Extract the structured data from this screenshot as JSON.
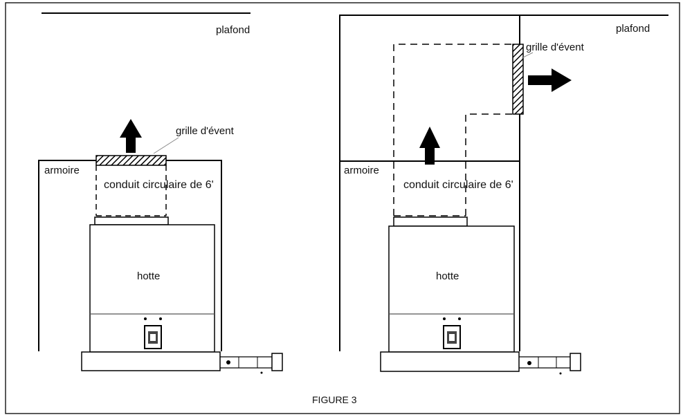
{
  "labels": {
    "ceiling": "plafond",
    "cabinet": "armoire",
    "vent_grille": "grille d'évent",
    "round_duct": "conduit circulaire de 6'",
    "hood": "hotte",
    "figure_caption": "FIGURE 3"
  }
}
